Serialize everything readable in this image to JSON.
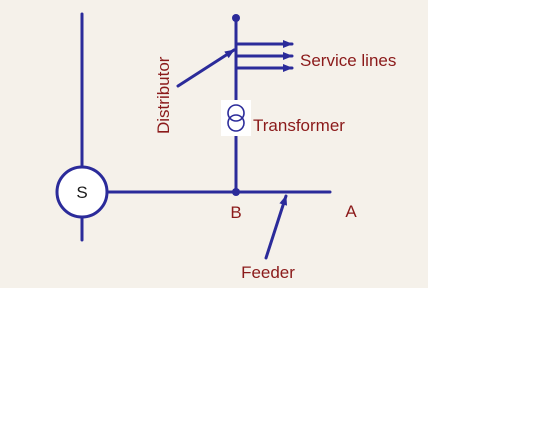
{
  "labels": {
    "source": "S",
    "service_lines": "Service lines",
    "distributor": "Distributor",
    "transformer": "Transformer",
    "node_b": "B",
    "node_a": "A",
    "feeder": "Feeder"
  },
  "colors": {
    "line": "#2b2b9a",
    "label": "#8b1a1a",
    "background": "#f5f1ea"
  }
}
